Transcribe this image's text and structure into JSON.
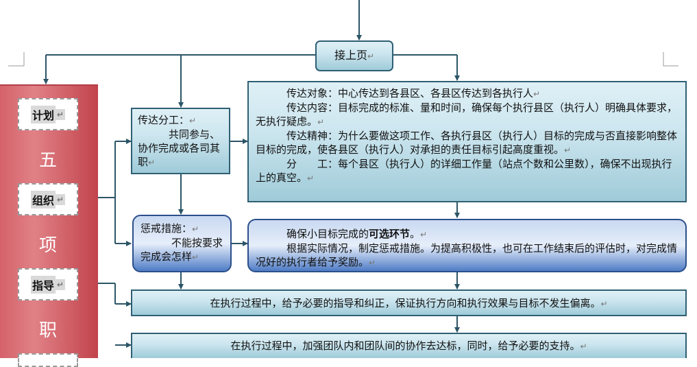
{
  "top_box": {
    "label": "接上页"
  },
  "left_column": {
    "tags": [
      "计划",
      "组织",
      "指导"
    ],
    "vertical_chars": [
      "五",
      "项",
      "职"
    ]
  },
  "division_box": {
    "title": "传达分工：",
    "body": "共同参与、协作完成或各司其职"
  },
  "detail_box": {
    "lines": [
      "传达对象：中心传达到各县区、各县区传达到各执行人",
      "传达内容：目标完成的标准、量和时间，确保每个执行县区（执行人）明确具体要求，无执行疑虑。",
      "传达精神：为什么要做这项工作、各执行县区（执行人）目标的完成与否直接影响整体目标的完成，使各县区（执行人）对承担的责任目标引起高度重视。",
      "分　　工：每个县区（执行人）的详细工作量（站点个数和公里数），确保不出现执行上的真空。"
    ]
  },
  "penalty_box": {
    "title": "惩戒措施：",
    "body": "不能按要求完成会怎样"
  },
  "optional_box": {
    "line1_prefix": "确保小目标完成的",
    "line1_bold": "可选环节",
    "line1_suffix": "。",
    "line2": "根据实际情况，制定惩戒措施。为提高积极性，也可在工作结束后的评估时，对完成情况好的执行者给予奖励。"
  },
  "guide_box": {
    "text": "在执行过程中，给予必要的指导和纠正，保证执行方向和执行效果与目标不发生偏离。"
  },
  "support_box": {
    "text": "在执行过程中，加强团队内和团队间的协作去达标，同时，给予必要的支持。"
  },
  "colors": {
    "line": "#2b5566",
    "teal_border": "#2e5f73",
    "blue_border": "#2c4f8a",
    "left_column": "#c9474f"
  }
}
